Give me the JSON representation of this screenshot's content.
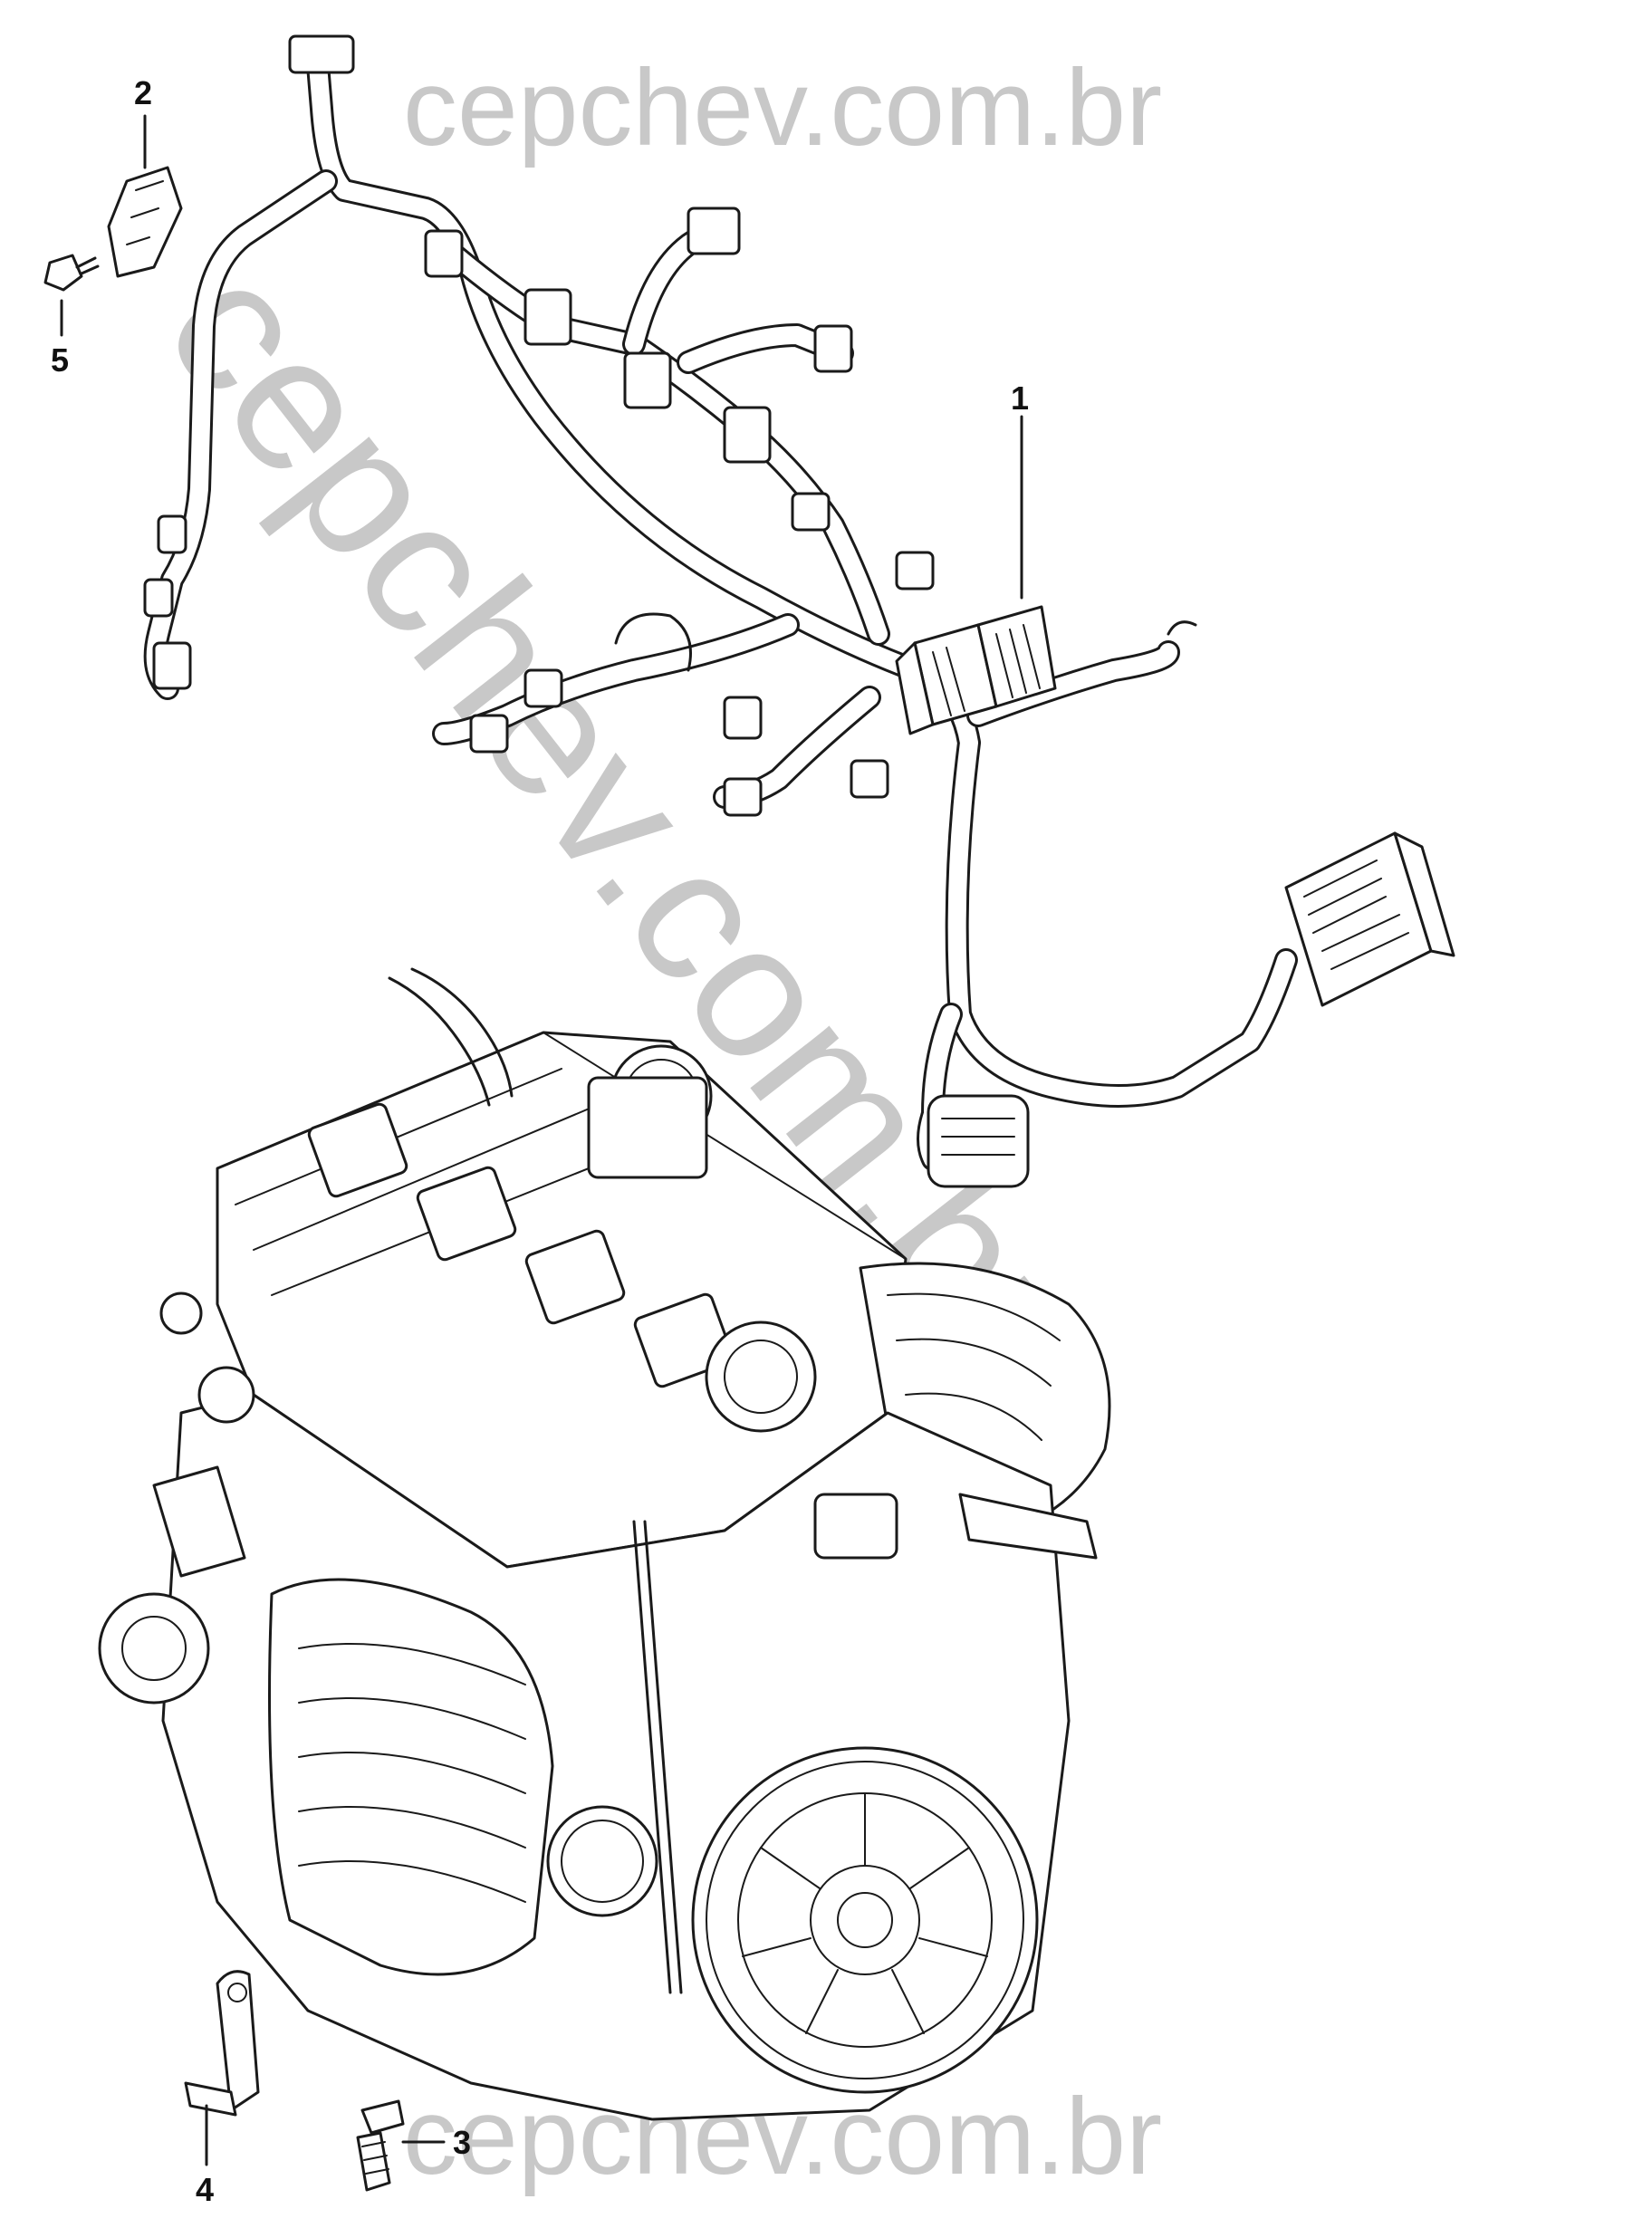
{
  "watermark": {
    "top": "cepchev.com.br",
    "diagonal": "cepchev.com.br",
    "bottom": "cepchev.com.br"
  },
  "callouts": {
    "c1": "1",
    "c2": "2",
    "c3": "3",
    "c4": "4",
    "c5": "5"
  }
}
